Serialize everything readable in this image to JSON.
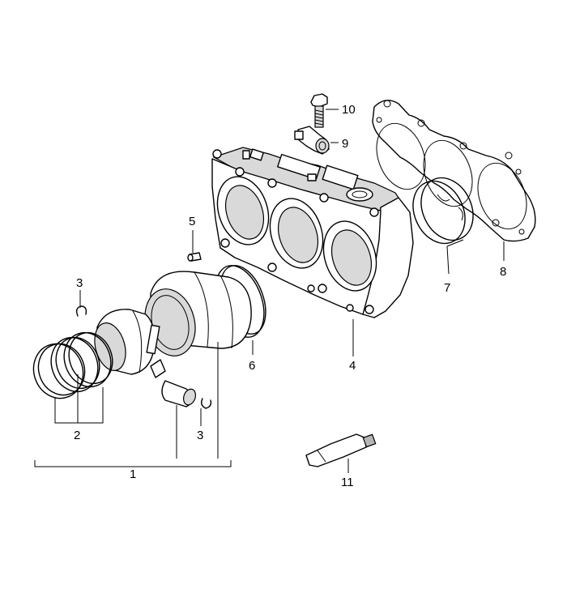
{
  "callouts": [
    {
      "id": "1",
      "label": "1"
    },
    {
      "id": "2",
      "label": "2"
    },
    {
      "id": "3a",
      "label": "3"
    },
    {
      "id": "3b",
      "label": "3"
    },
    {
      "id": "4",
      "label": "4"
    },
    {
      "id": "5",
      "label": "5"
    },
    {
      "id": "6",
      "label": "6"
    },
    {
      "id": "7",
      "label": "7"
    },
    {
      "id": "8",
      "label": "8"
    },
    {
      "id": "9",
      "label": "9"
    },
    {
      "id": "10",
      "label": "10"
    },
    {
      "id": "11",
      "label": "11"
    }
  ],
  "colors": {
    "line": "#000000",
    "background": "#ffffff",
    "shade": "#d9d9d9"
  }
}
